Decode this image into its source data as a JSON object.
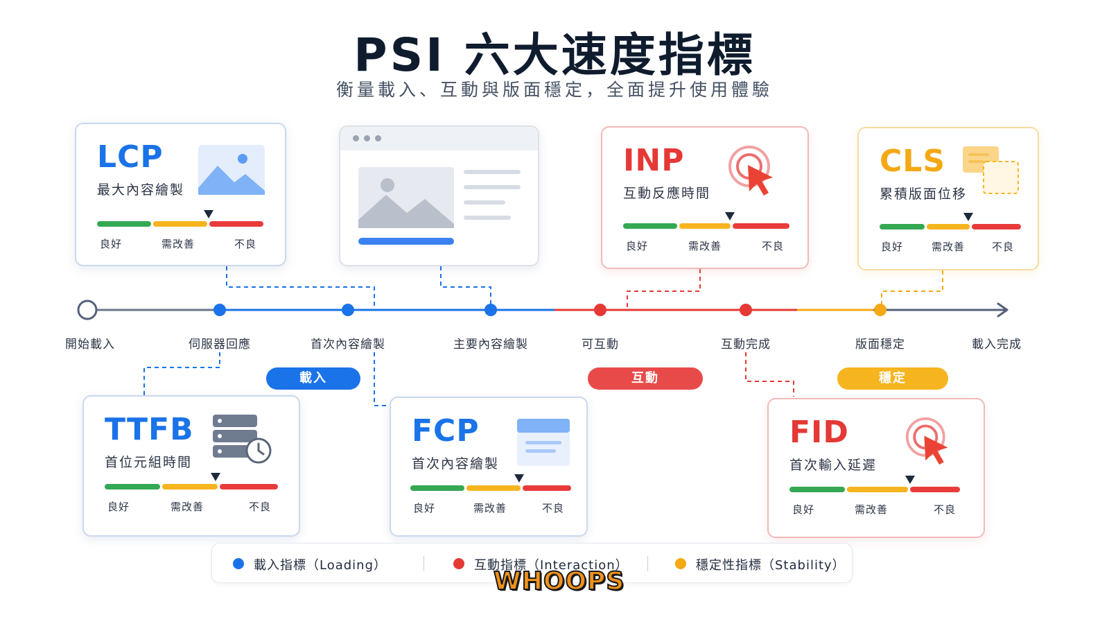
{
  "header": {
    "title": "PSI 六大速度指標",
    "subtitle": "衡量載入、互動與版面穩定，全面提升使用體驗"
  },
  "scale_labels": {
    "good": "良好",
    "needs": "需改善",
    "poor": "不良"
  },
  "metrics": {
    "lcp": {
      "abbr": "LCP",
      "desc": "最大內容繪製",
      "marker": 0.67
    },
    "inp": {
      "abbr": "INP",
      "desc": "互動反應時間",
      "marker": 0.65
    },
    "cls": {
      "abbr": "CLS",
      "desc": "累積版面位移",
      "marker": 0.63
    },
    "ttfb": {
      "abbr": "TTFB",
      "desc": "首位元組時間",
      "marker": 0.65
    },
    "fcp": {
      "abbr": "FCP",
      "desc": "首次內容繪製",
      "marker": 0.69
    },
    "fid": {
      "abbr": "FID",
      "desc": "首次輸入延遲",
      "marker": 0.7
    }
  },
  "timeline": [
    "開始載入",
    "伺服器回應",
    "首次內容繪製",
    "主要內容繪製",
    "可互動",
    "互動完成",
    "版面穩定",
    "載入完成"
  ],
  "phases": {
    "loading": "載入",
    "interaction": "互動",
    "stability": "穩定"
  },
  "legend": {
    "loading": "載入指標（Loading）",
    "interaction": "互動指標（Interaction）",
    "stability": "穩定性指標（Stability）"
  },
  "colors": {
    "blue": "#1a73e8",
    "red": "#e53935",
    "yellow": "#f4a814"
  },
  "watermark": "WHOOPS"
}
